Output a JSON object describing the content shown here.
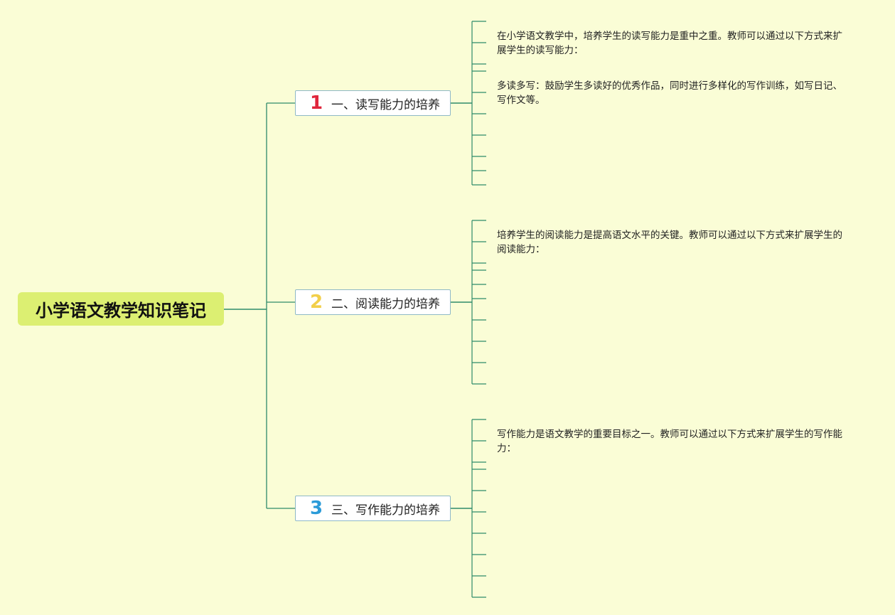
{
  "root": {
    "title": "小学语文教学知识笔记"
  },
  "colors": {
    "background": "#fafdd6",
    "root_fill": "#dcef72",
    "connector": "#2e8b6a",
    "topic_border": "#8fb9c6",
    "num1": "#e0263c",
    "num2": "#f2cf4a",
    "num3": "#2b9bd8"
  },
  "topics": [
    {
      "number": "1",
      "label": "一、读写能力的培养",
      "notes": [
        "在小学语文教学中，培养学生的读写能力是重中之重。教师可以通过以下方式来扩展学生的读写能力：",
        "多读多写：鼓励学生多读好的优秀作品，同时进行多样化的写作训练，如写日记、写作文等。"
      ]
    },
    {
      "number": "2",
      "label": "二、阅读能力的培养",
      "notes": [
        "培养学生的阅读能力是提高语文水平的关键。教师可以通过以下方式来扩展学生的阅读能力："
      ]
    },
    {
      "number": "3",
      "label": "三、写作能力的培养",
      "notes": [
        "写作能力是语文教学的重要目标之一。教师可以通过以下方式来扩展学生的写作能力："
      ]
    }
  ]
}
